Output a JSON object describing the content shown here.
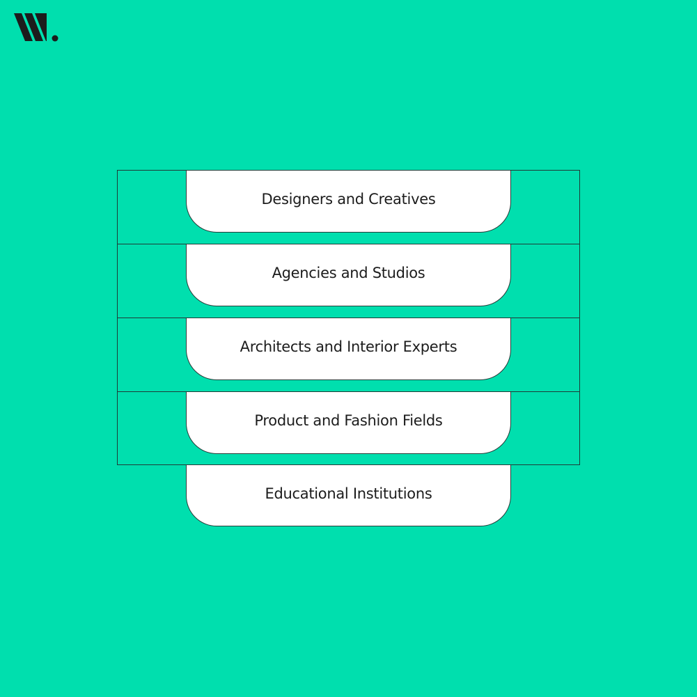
{
  "brand": {
    "logo_icon": "w-logo-icon",
    "logo_color": "#1c1c1c",
    "background": "#00DFAE"
  },
  "diagram": {
    "type": "stacked-tabs",
    "items": [
      {
        "label": "Designers and Creatives"
      },
      {
        "label": "Agencies and Studios"
      },
      {
        "label": "Architects and Interior Experts"
      },
      {
        "label": "Product and Fashion Fields"
      },
      {
        "label": "Educational Institutions"
      }
    ]
  }
}
